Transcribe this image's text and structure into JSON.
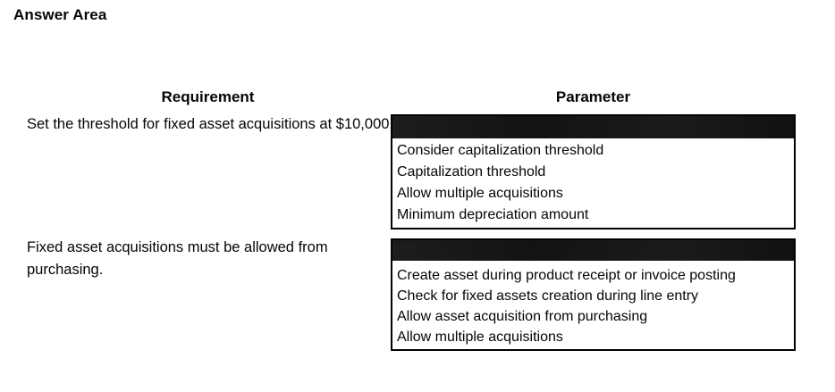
{
  "title": "Answer Area",
  "columns": {
    "requirement_header": "Requirement",
    "parameter_header": "Parameter"
  },
  "rows": [
    {
      "requirement": "Set the threshold for fixed asset acquisitions at $10,000.",
      "selected_value": "",
      "options": [
        "Consider capitalization threshold",
        "Capitalization threshold",
        "Allow multiple acquisitions",
        "Minimum depreciation amount"
      ]
    },
    {
      "requirement": "Fixed asset acquisitions must be allowed from purchasing.",
      "selected_value": "",
      "options": [
        "Create asset during product receipt or invoice posting",
        "Check for fixed assets creation during line entry",
        "Allow asset acquisition from purchasing",
        "Allow multiple acquisitions"
      ]
    }
  ],
  "colors": {
    "background": "#ffffff",
    "text": "#050505",
    "listbox_border": "#000000",
    "selected_bar": "#161616"
  }
}
